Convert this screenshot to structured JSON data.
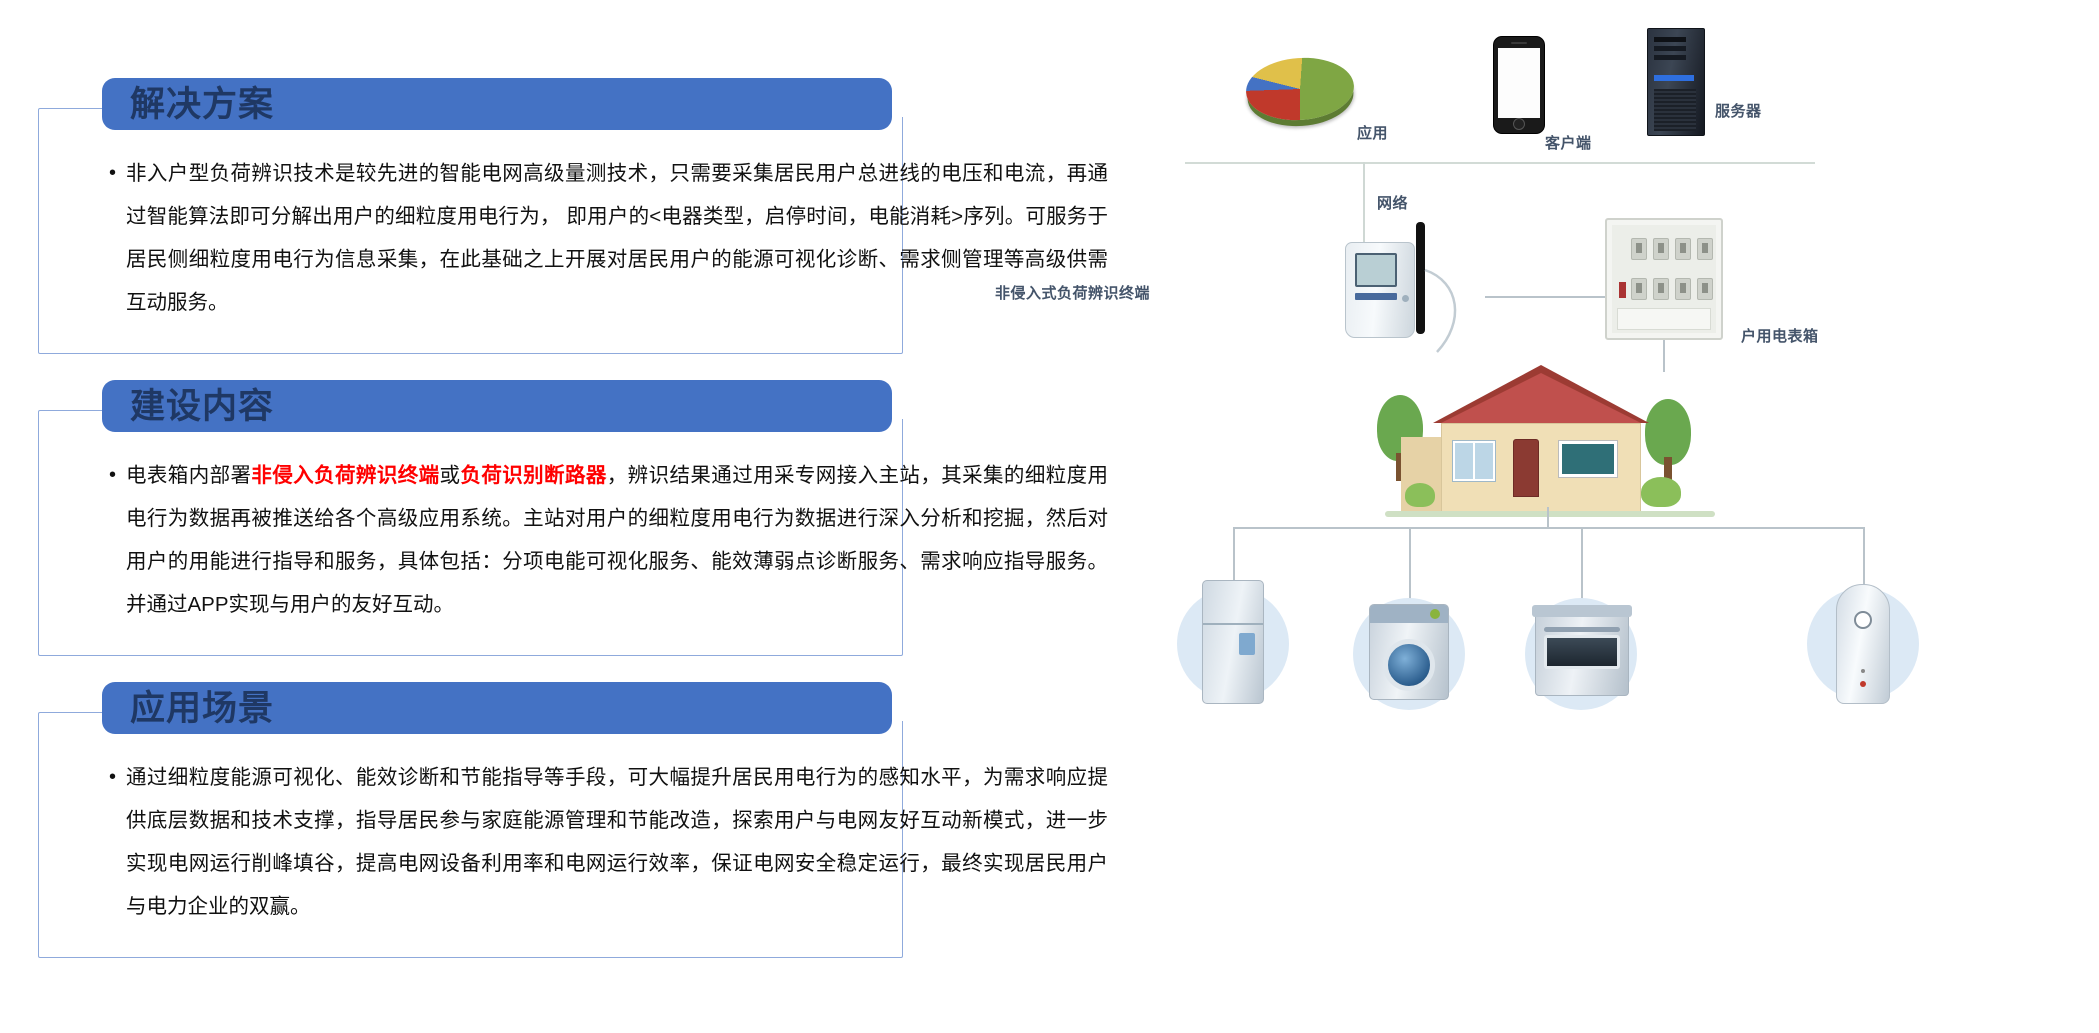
{
  "sections": [
    {
      "id": "solution",
      "title": "解决方案",
      "body_html": "非入户型负荷辨识技术是较先进的智能电网高级量测技术，只需要采集居民用户总进线的电压和电流，再通过智能算法即可分解出用户的细粒度用电行为， 即用户的&lt;电器类型，启停时间，电能消耗&gt;序列。可服务于居民侧细粒度用电行为信息采集，在此基础之上开展对居民用户的能源可视化诊断、需求侧管理等高级供需互动服务。"
    },
    {
      "id": "construction",
      "title": "建设内容",
      "body_html": "电表箱内部署<span class=\"rb\">非侵入负荷辨识终端</span>或<span class=\"rb\">负荷识别断路器</span>，辨识结果通过用采专网接入主站，其采集的细粒度用电行为数据再被推送给各个高级应用系统。主站对用户的细粒度用电行为数据进行深入分析和挖掘，然后对用户的用能进行指导和服务，具体包括：分项电能可视化服务、能效薄弱点诊断服务、需求响应指导服务。并通过APP实现与用户的友好互动。"
    },
    {
      "id": "scenario",
      "title": "应用场景",
      "body_html": "通过细粒度能源可视化、能效诊断和节能指导等手段，可大幅提升居民用电行为的感知水平，为需求响应提供底层数据和技术支撑，指导居民参与家庭能源管理和节能改造，探索用户与电网友好互动新模式，进一步实现电网运行削峰填谷，提高电网设备利用率和电网运行效率，保证电网安全稳定运行，最终实现居民用户与电力企业的双赢。"
    }
  ],
  "diagram": {
    "labels": {
      "application": "应用",
      "client": "客户端",
      "server": "服务器",
      "network": "网络",
      "terminal": "非侵入式负荷辨识终端",
      "meter_box": "户用电表箱"
    },
    "icons": {
      "application": "pie-chart-icon",
      "client": "smartphone-icon",
      "server": "server-tower-icon",
      "terminal": "smart-meter-terminal-icon",
      "meter_box": "household-meter-cabinet-icon",
      "house": "house-icon",
      "appliance_1": "refrigerator-icon",
      "appliance_2": "washing-machine-icon",
      "appliance_3": "oven-icon",
      "appliance_4": "water-heater-icon"
    },
    "colors": {
      "label_text": "#44546A",
      "connector": "#B9C3CA",
      "bus_line": "#D2DBD6"
    }
  },
  "theme": {
    "header_fill": "#4472C4",
    "header_text": "#1F3864",
    "frame_border": "#8FAADC",
    "highlight_red": "#FF0000",
    "body_text": "#111111"
  }
}
